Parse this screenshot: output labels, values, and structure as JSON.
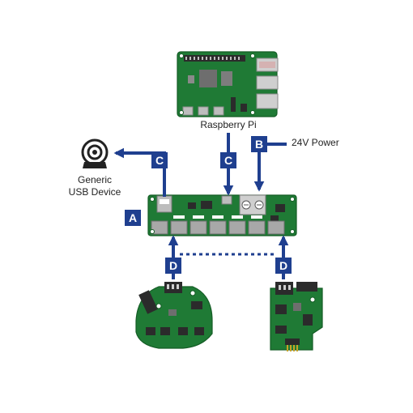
{
  "labels": {
    "raspberry_pi": "Raspberry Pi",
    "power": "24V Power",
    "usb_line1": "Generic",
    "usb_line2": "USB Device"
  },
  "badges": {
    "a": "A",
    "b": "B",
    "c_left": "C",
    "c_mid": "C",
    "d_left": "D",
    "d_right": "D"
  },
  "colors": {
    "connector_blue": "#1f3f8f",
    "board_green": "#1f7a35",
    "board_dark_green": "#145c25",
    "connector_gray": "#9a9a9a",
    "chip_gray": "#6e6e6e"
  },
  "icons": {
    "usb_device": "webcam-icon"
  }
}
